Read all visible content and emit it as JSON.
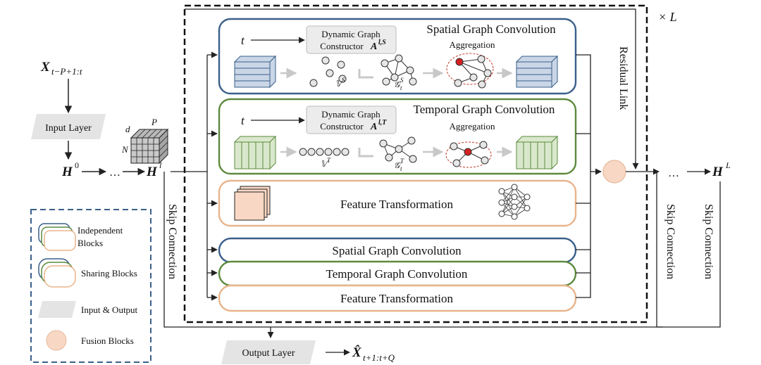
{
  "repeat_label": "× L",
  "input_var": "X",
  "input_var_sub": "t−P+1:t",
  "input_layer": "Input Layer",
  "tensor_dims": {
    "d": "d",
    "p": "P",
    "n": "N"
  },
  "h0": "H",
  "h0_sup": "0",
  "ellipsis": "…",
  "hl": "H",
  "hl_sup": "l",
  "hL": "H",
  "hL_sup": "L",
  "output_layer": "Output Layer",
  "output_var": "X̂",
  "output_var_sub": "t+1:t+Q",
  "residual_link": "Residual Link",
  "skip_connection": "Skip Connection",
  "spatial_block": {
    "title": "Spatial Graph Convolution",
    "t": "t",
    "constructor_line1": "Dynamic Graph",
    "constructor_line2": "Constructor",
    "constructor_sym": "A",
    "constructor_sup": "l,S",
    "aggregation": "Aggregation",
    "vertex_set": "𝕍",
    "vertex_sup": "S",
    "graph_sym": "𝒢",
    "graph_sup": "S",
    "graph_sub": "t"
  },
  "temporal_block": {
    "title": "Temporal Graph Convolution",
    "t": "t",
    "constructor_line1": "Dynamic Graph",
    "constructor_line2": "Constructor",
    "constructor_sym": "A",
    "constructor_sup": "l,T",
    "aggregation": "Aggregation",
    "vertex_set": "𝕍",
    "vertex_sup": "T",
    "graph_sym": "𝒢",
    "graph_sup": "T",
    "graph_sub": "t"
  },
  "feature_block": {
    "title": "Feature Transformation"
  },
  "shared_blocks": [
    "Spatial Graph Convolution",
    "Temporal Graph Convolution",
    "Feature Transformation"
  ],
  "legend": {
    "independent_line1": "Independent",
    "independent_line2": "Blocks",
    "sharing": "Sharing Blocks",
    "io": "Input & Output",
    "fusion": "Fusion Blocks"
  },
  "colors": {
    "spatial": "#3a5f8a",
    "temporal": "#5c8a3e",
    "feature": "#e8b48c",
    "fusion_fill": "#f8d8c4",
    "io_fill": "#e4e4e4",
    "spatial_cube": "#c9d6e6",
    "temporal_cube": "#d9e8cc",
    "highlight_node": "#d42020"
  }
}
